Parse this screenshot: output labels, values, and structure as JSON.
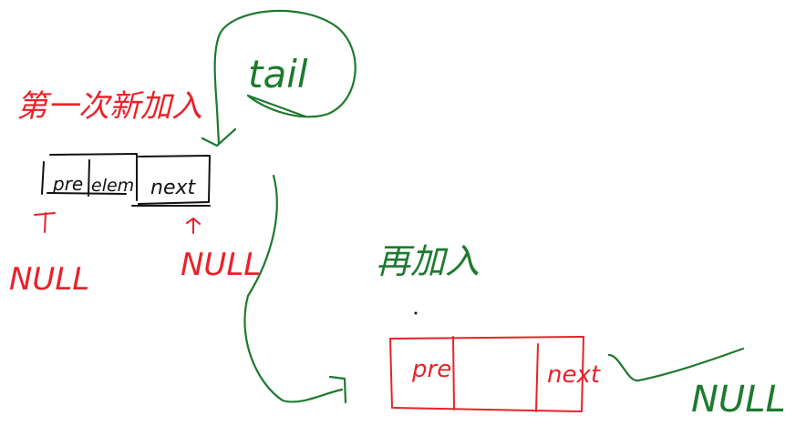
{
  "colors": {
    "red": "#e8222a",
    "green": "#1d7a2e",
    "black": "#111111",
    "background": "#ffffff"
  },
  "labels": {
    "tail": "tail",
    "first_insert": "第一次新加入",
    "again_insert": "再加入",
    "null_left": "NULL",
    "null_mid": "NULL",
    "null_right": "NULL"
  },
  "node1": {
    "pre": "pre",
    "elem": "elem",
    "next": "next"
  },
  "node2": {
    "pre": "pre",
    "next": "next"
  }
}
